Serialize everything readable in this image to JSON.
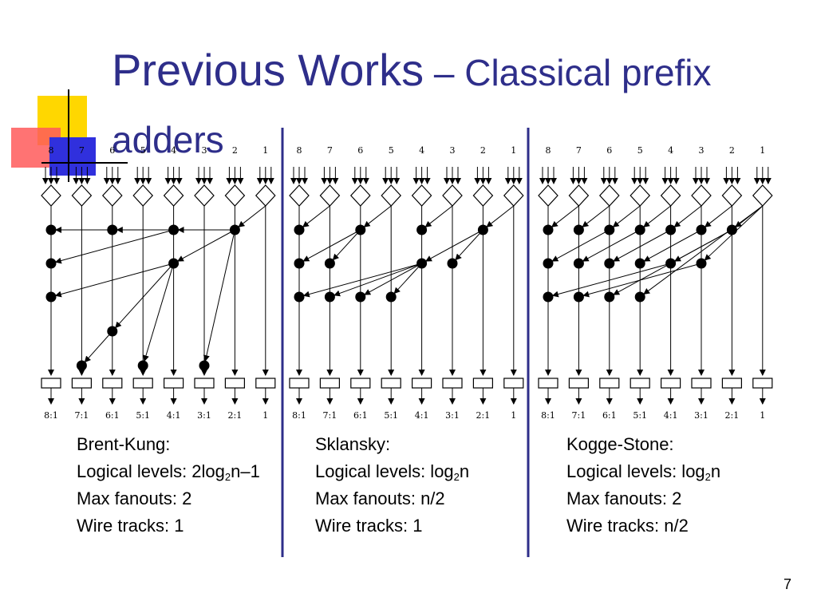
{
  "slide": {
    "title_main": "Previous Works",
    "title_rest": " – Classical prefix adders",
    "page_number": "7"
  },
  "input_labels": [
    "8",
    "7",
    "6",
    "5",
    "4",
    "3",
    "2",
    "1"
  ],
  "output_labels": [
    "8:1",
    "7:1",
    "6:1",
    "5:1",
    "4:1",
    "3:1",
    "2:1",
    "1"
  ],
  "colors": {
    "title": "#2e2e8a",
    "divider": "#2e2e8a",
    "deco_yellow": "#ffd700",
    "deco_red": "#ff5a5a",
    "deco_blue": "#3030dd"
  },
  "networks": [
    {
      "name": "Brent-Kung",
      "caption": {
        "title": "Brent-Kung:",
        "levels_pre": "Logical levels: 2log",
        "levels_sub": "2",
        "levels_post": "n–1",
        "fanout": "Max fanouts: 2",
        "wires": "Wire tracks: 1"
      },
      "nodes": [
        [
          "8",
          1
        ],
        [
          "6",
          1
        ],
        [
          "4",
          1
        ],
        [
          "2",
          1
        ],
        [
          "8",
          2
        ],
        [
          "4",
          2
        ],
        [
          "8",
          3
        ],
        [
          "6",
          4
        ],
        [
          "7",
          5
        ],
        [
          "5",
          5
        ],
        [
          "3",
          5
        ]
      ],
      "edges": [
        [
          "6",
          1,
          "8",
          1
        ],
        [
          "4",
          1,
          "6",
          1
        ],
        [
          "2",
          1,
          "4",
          1
        ],
        [
          "1",
          0,
          "2",
          1
        ],
        [
          "4",
          1,
          "8",
          2
        ],
        [
          "2",
          1,
          "4",
          2
        ],
        [
          "4",
          2,
          "8",
          3
        ],
        [
          "4",
          2,
          "6",
          4
        ],
        [
          "6",
          4,
          "7",
          5
        ],
        [
          "4",
          2,
          "5",
          5
        ],
        [
          "2",
          1,
          "3",
          5
        ]
      ]
    },
    {
      "name": "Sklansky",
      "caption": {
        "title": "Sklansky:",
        "levels_pre": "Logical levels: log",
        "levels_sub": "2",
        "levels_post": "n",
        "fanout": "Max fanouts: n/2",
        "wires": "Wire tracks: 1"
      },
      "nodes": [
        [
          "8",
          1
        ],
        [
          "6",
          1
        ],
        [
          "4",
          1
        ],
        [
          "2",
          1
        ],
        [
          "8",
          2
        ],
        [
          "7",
          2
        ],
        [
          "4",
          2
        ],
        [
          "3",
          2
        ],
        [
          "8",
          3
        ],
        [
          "7",
          3
        ],
        [
          "6",
          3
        ],
        [
          "5",
          3
        ]
      ],
      "edges": [
        [
          "7",
          0,
          "8",
          1
        ],
        [
          "5",
          0,
          "6",
          1
        ],
        [
          "3",
          0,
          "4",
          1
        ],
        [
          "1",
          0,
          "2",
          1
        ],
        [
          "6",
          1,
          "8",
          2
        ],
        [
          "6",
          1,
          "7",
          2
        ],
        [
          "2",
          1,
          "4",
          2
        ],
        [
          "2",
          1,
          "3",
          2
        ],
        [
          "4",
          2,
          "8",
          3
        ],
        [
          "4",
          2,
          "7",
          3
        ],
        [
          "4",
          2,
          "6",
          3
        ],
        [
          "4",
          2,
          "5",
          3
        ]
      ]
    },
    {
      "name": "Kogge-Stone",
      "caption": {
        "title": "Kogge-Stone:",
        "levels_pre": "Logical levels: log",
        "levels_sub": "2",
        "levels_post": "n",
        "fanout": "Max fanouts: 2",
        "wires": "Wire tracks: n/2"
      },
      "nodes": [
        [
          "8",
          1
        ],
        [
          "7",
          1
        ],
        [
          "6",
          1
        ],
        [
          "5",
          1
        ],
        [
          "4",
          1
        ],
        [
          "3",
          1
        ],
        [
          "2",
          1
        ],
        [
          "8",
          2
        ],
        [
          "7",
          2
        ],
        [
          "6",
          2
        ],
        [
          "5",
          2
        ],
        [
          "4",
          2
        ],
        [
          "3",
          2
        ],
        [
          "8",
          3
        ],
        [
          "7",
          3
        ],
        [
          "6",
          3
        ],
        [
          "5",
          3
        ]
      ],
      "edges": [
        [
          "7",
          0,
          "8",
          1
        ],
        [
          "6",
          0,
          "7",
          1
        ],
        [
          "5",
          0,
          "6",
          1
        ],
        [
          "4",
          0,
          "5",
          1
        ],
        [
          "3",
          0,
          "4",
          1
        ],
        [
          "2",
          0,
          "3",
          1
        ],
        [
          "1",
          0,
          "2",
          1
        ],
        [
          "6",
          1,
          "8",
          2
        ],
        [
          "5",
          1,
          "7",
          2
        ],
        [
          "4",
          1,
          "6",
          2
        ],
        [
          "3",
          1,
          "5",
          2
        ],
        [
          "2",
          1,
          "4",
          2
        ],
        [
          "1",
          0,
          "3",
          2
        ],
        [
          "4",
          2,
          "8",
          3
        ],
        [
          "3",
          2,
          "7",
          3
        ],
        [
          "2",
          1,
          "6",
          3
        ],
        [
          "1",
          0,
          "5",
          3
        ]
      ]
    }
  ]
}
